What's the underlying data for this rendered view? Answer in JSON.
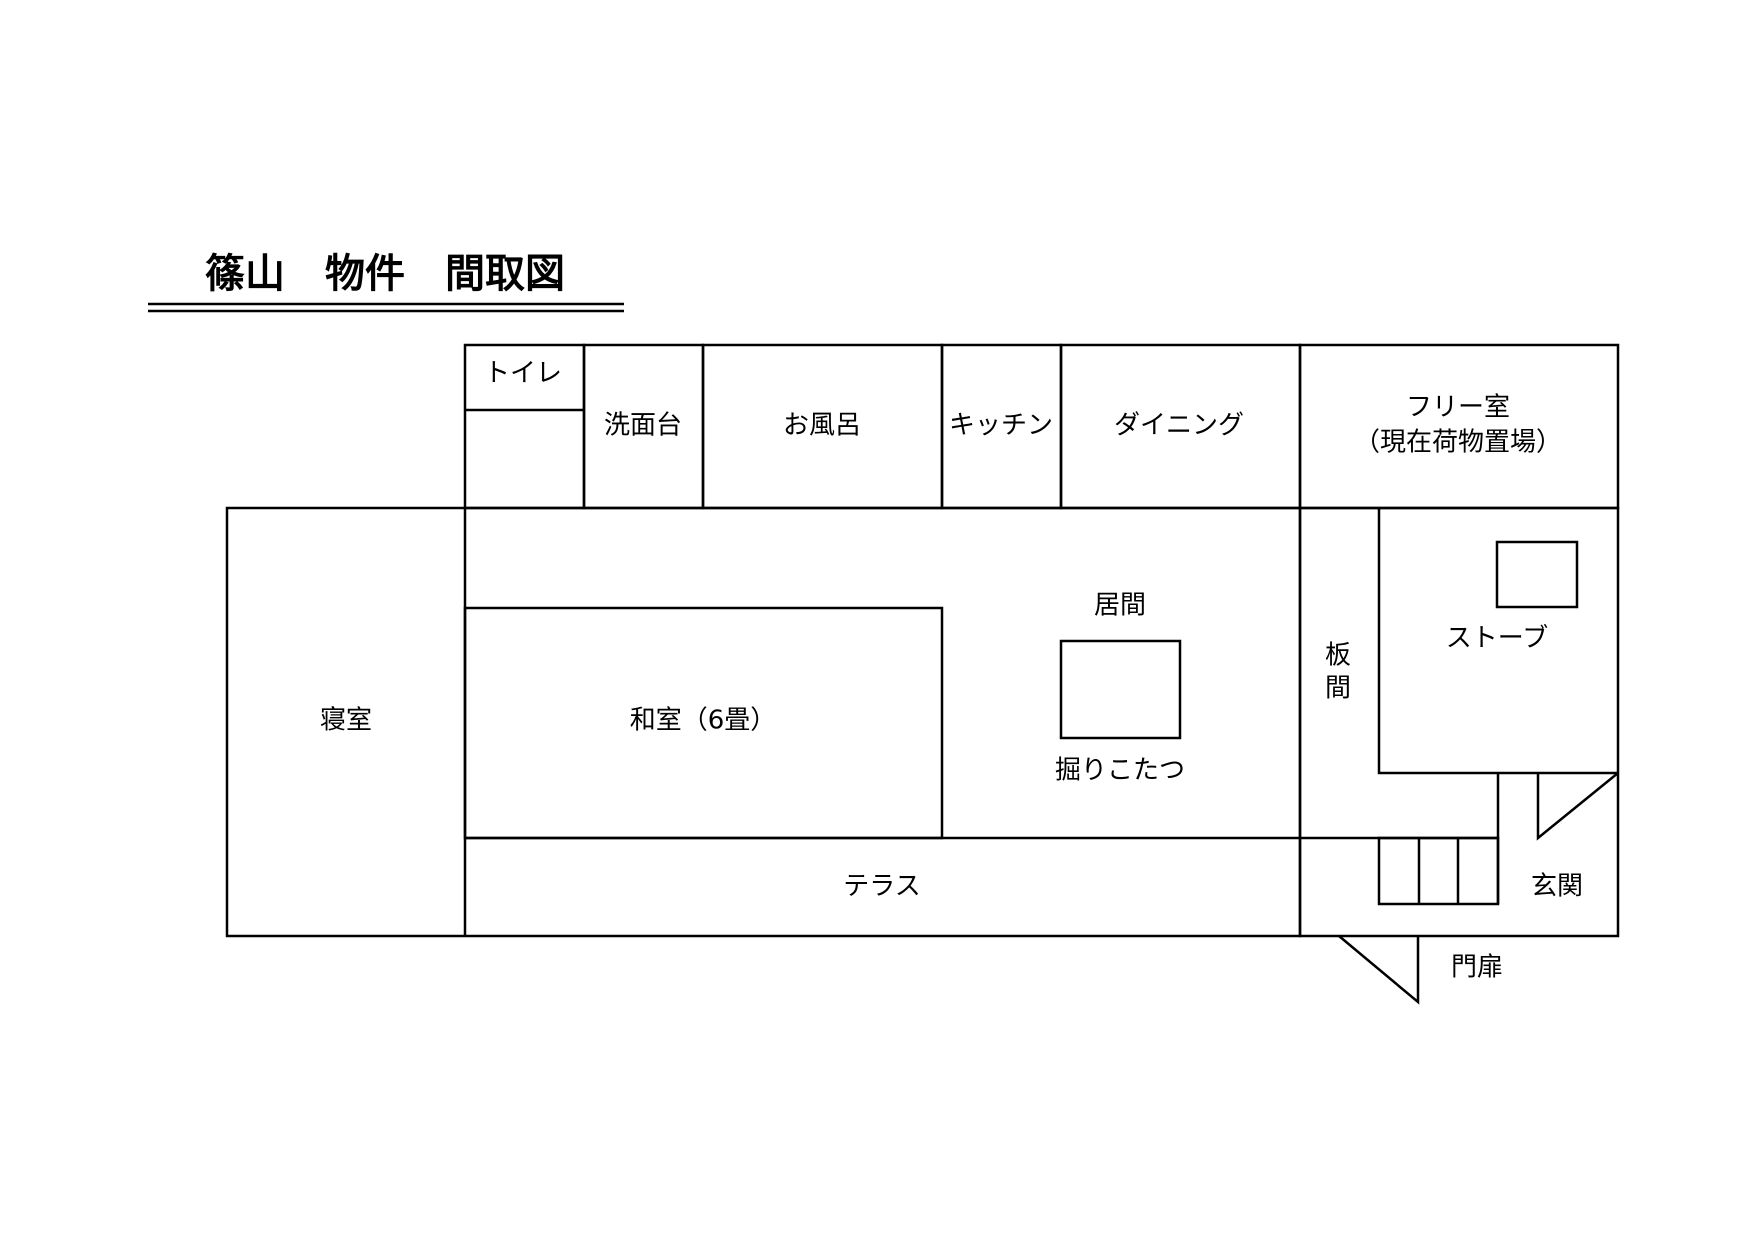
{
  "title": "篠山　物件　間取図",
  "rooms": {
    "toilet": "トイレ",
    "washstand": "洗面台",
    "bath": "お風呂",
    "kitchen": "キッチン",
    "dining": "ダイニング",
    "free_room": "フリー室",
    "free_room_note": "（現在荷物置場）",
    "bedroom": "寝室",
    "washitsu": "和室（6畳）",
    "living": "居間",
    "horigotatsu": "掘りこたつ",
    "itama_1": "板",
    "itama_2": "間",
    "stove": "ストーブ",
    "terrace": "テラス",
    "genkan": "玄関",
    "gate": "門扉"
  }
}
